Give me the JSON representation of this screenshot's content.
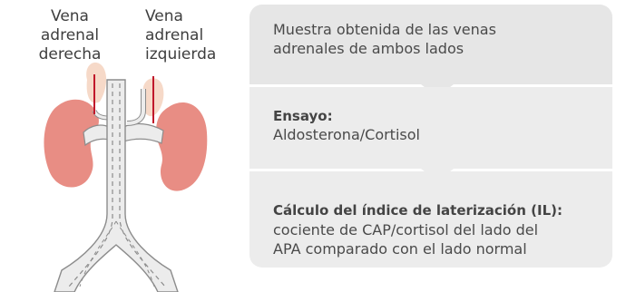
{
  "labels": {
    "right_vein": [
      "Vena",
      "adrenal",
      "derecha"
    ],
    "left_vein": [
      "Vena",
      "adrenal",
      "izquierda"
    ]
  },
  "boxes": {
    "sample": {
      "lines": [
        "Muestra obtenida de las venas",
        "adrenales de ambos lados"
      ]
    },
    "assay": {
      "title": "Ensayo:",
      "body": "Aldosterona/Cortisol"
    },
    "index": {
      "title": "Cálculo del índice de laterización (IL):",
      "lines": [
        "cociente de CAP/cortisol del lado del",
        "APA comparado con el lado normal"
      ]
    }
  },
  "colors": {
    "box_bg": "#ececec",
    "indicator_line": "#c0182b",
    "kidney": "#e88d84",
    "adrenal": "#f6d9c8",
    "vessel_fill": "#ececec",
    "vessel_stroke": "#8c8c8c"
  }
}
